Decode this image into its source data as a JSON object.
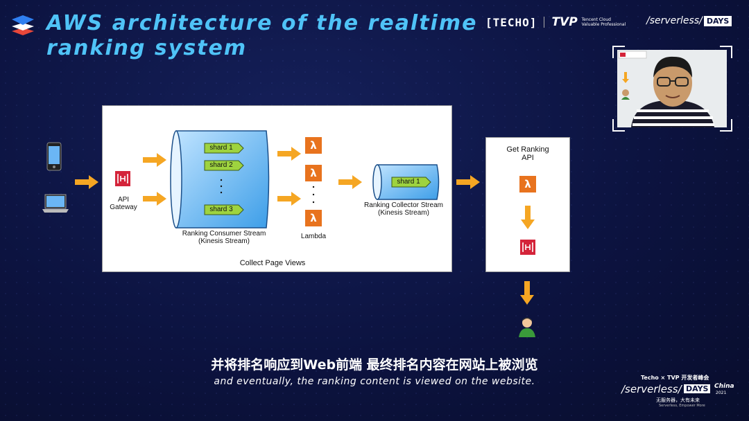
{
  "slide": {
    "title_line1": "AWS architecture of the realtime",
    "title_line2": "ranking system"
  },
  "branding": {
    "techo": "[TECHO]",
    "tvp": "TVP",
    "tvp_sub": "Tencent Cloud Valuable Professional",
    "serverless": "/serverless/",
    "days": "DAYS"
  },
  "diagram": {
    "api_gateway_label_1": "API",
    "api_gateway_label_2": "Gateway",
    "shards": [
      "shard 1",
      "shard 2",
      "shard 3"
    ],
    "consumer_stream_1": "Ranking Consumer Stream",
    "consumer_stream_2": "(Kinesis Stream)",
    "lambda_label": "Lambda",
    "collector_shard": "shard 1",
    "collector_stream_1": "Ranking Collector Stream",
    "collector_stream_2": "(Kinesis Stream)",
    "collect_page_views": "Collect Page Views",
    "get_ranking_1": "Get Ranking",
    "get_ranking_2": "API",
    "lambda_glyph": "λ"
  },
  "subtitles": {
    "chinese": "并将排名响应到Web前端 最终排名内容在网站上被浏览",
    "english": "and eventually, the ranking content is viewed on the website."
  },
  "event_logo": {
    "top": "Techo × TVP 开发者峰会",
    "main": "/serverless/",
    "days": "DAYS",
    "china": "China",
    "year": "2021",
    "slogan_cn": "无服务器，大有未来",
    "slogan_en": "Serverless, Empower More"
  },
  "colors": {
    "title": "#4fc3f7",
    "arrow": "#f5a623",
    "aws_lambda": "#e8731e",
    "aws_api_gateway": "#d4243a",
    "kinesis_blue": "#3d9ee8"
  }
}
